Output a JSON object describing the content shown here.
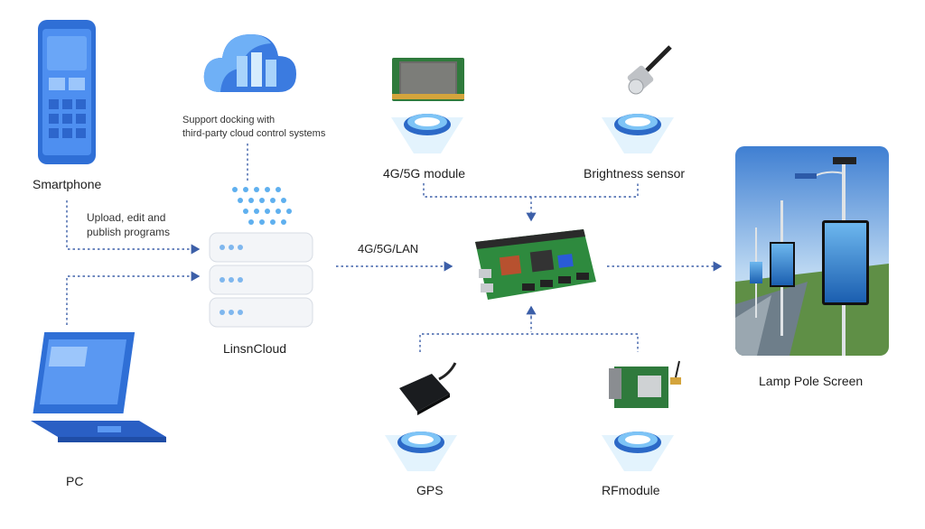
{
  "nodes": {
    "smartphone": "Smartphone",
    "pc": "PC",
    "cloud": "LinsnCloud",
    "module": "4G/5G module",
    "sensor": "Brightness sensor",
    "gps": "GPS",
    "rf": "RFmodule",
    "screen": "Lamp Pole Screen"
  },
  "notes": {
    "cloud_docking_line1": "Support docking with",
    "cloud_docking_line2": "third-party cloud control systems",
    "upload_line1": "Upload, edit and",
    "upload_line2": "publish programs",
    "link": "4G/5G/LAN"
  },
  "colors": {
    "accent": "#2f6fd6",
    "connector": "#3c5fa8",
    "glow": "#cfe9fb"
  }
}
